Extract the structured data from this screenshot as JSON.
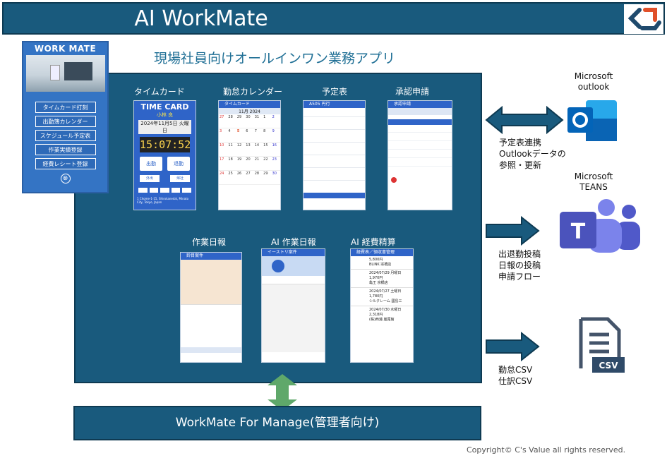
{
  "title": "AI WorkMate",
  "subtitle": "現場社員向けオールインワン業務アプリ",
  "side_menu": {
    "header": "WORK MATE",
    "items": [
      "タイムカード打刻",
      "出勤簿カレンダー",
      "スケジュール予定表",
      "作業実績登録",
      "経費レシート登録"
    ],
    "close_icon": "⊗"
  },
  "features": {
    "timecard": {
      "label": "タイムカード",
      "screen_title": "TIME CARD",
      "user": "小林 良",
      "date": "2024年11月5日 火曜日",
      "clock": "15:07:52",
      "btn_in": "出勤",
      "btn_out": "退勤",
      "btn_out2": "外出",
      "btn_back": "帰社",
      "address": "1 Chome-1-15, Shirokanedai, Minato City, Tokyo, Japan"
    },
    "calendar": {
      "label": "勤怠カレンダー",
      "screen_title": "タイムカード",
      "month": "11月 2024",
      "weeks": [
        [
          "27",
          "28",
          "29",
          "30",
          "31",
          "1",
          "2"
        ],
        [
          "3",
          "4",
          "5",
          "6",
          "7",
          "8",
          "9"
        ],
        [
          "10",
          "11",
          "12",
          "13",
          "14",
          "15",
          "16"
        ],
        [
          "17",
          "18",
          "19",
          "20",
          "21",
          "22",
          "23"
        ],
        [
          "24",
          "25",
          "26",
          "27",
          "28",
          "29",
          "30"
        ]
      ]
    },
    "schedule": {
      "label": "予定表",
      "screen_title": "A505 円行"
    },
    "approval": {
      "label": "承認申請",
      "screen_title": "承認申請"
    },
    "daily_report": {
      "label": "作業日報",
      "screen_title": "鈴目案件"
    },
    "ai_daily_report": {
      "label": "AI 作業日報",
      "screen_title": "イーストリ案件"
    },
    "ai_expense": {
      "label": "AI 経費精算",
      "screen_title": "経費表／領収書管理",
      "receipts": [
        {
          "amount": "5,800円",
          "store": "BLINK 宗橋店"
        },
        {
          "date": "2024/07/29 月曜日",
          "amount": "1,970円",
          "store": "亀王 宗橋店"
        },
        {
          "date": "2024/07/27 土曜日",
          "amount": "1,780円",
          "store": "シルクレーム 國島三"
        },
        {
          "date": "2024/07/30 水曜日",
          "amount": "2,318円",
          "store": "(株)西浦 嵐尾館"
        }
      ]
    }
  },
  "integrations": {
    "outlook": {
      "name_line1": "Microsoft",
      "name_line2": "outlook",
      "desc": [
        "予定表連携",
        "Outlookデータの",
        "参照・更新"
      ]
    },
    "teams": {
      "name_line1": "Microsoft",
      "name_line2": "TEANS",
      "desc": [
        "出退勤投稿",
        "日報の投稿",
        "申請フロー"
      ]
    },
    "csv": {
      "desc": [
        "勤怠CSV",
        "仕訳CSV"
      ],
      "icon_label": "CSV"
    }
  },
  "manage": "WorkMate For Manage(管理者向け)",
  "copyright": "Copyright© C's Value all rights reserved."
}
